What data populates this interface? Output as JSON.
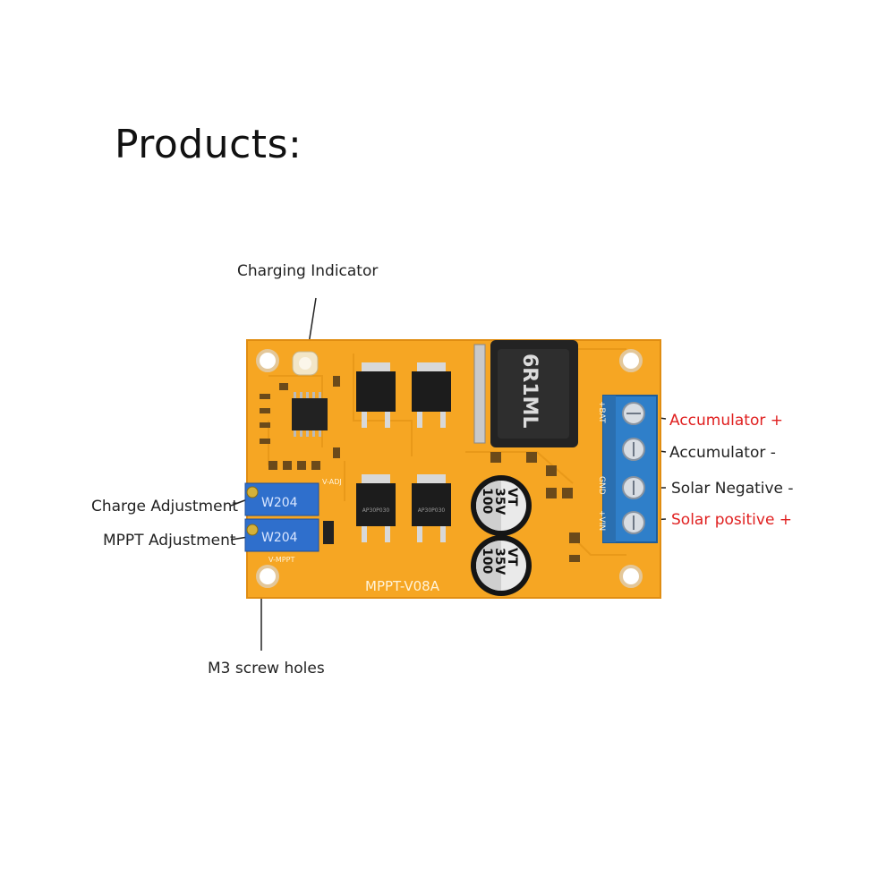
{
  "page": {
    "title": "Products:"
  },
  "callouts": {
    "charging_indicator": "Charging Indicator",
    "charge_adjustment": "Charge Adjustment",
    "mppt_adjustment": "MPPT Adjustment",
    "m3_screw_holes": "M3 screw holes",
    "accumulator_pos": "Accumulator +",
    "accumulator_neg": "Accumulator -",
    "solar_negative": "Solar Negative -",
    "solar_positive": "Solar positive +"
  },
  "board": {
    "model": "MPPT-V08A",
    "inductor_code": "6R1ML",
    "pot_marking": "W204",
    "mosfet_marking": "AP30P030",
    "cap_value": "100",
    "cap_voltage": "35V",
    "cap_series": "VT",
    "silk_vadj": "V-ADJ",
    "silk_vmppt": "V-MPPT",
    "terminal_labels": [
      "+BAT",
      "",
      "GND",
      "+VIN"
    ]
  },
  "colors": {
    "pcb": "#f6a623",
    "pcb_edge": "#e08d12",
    "terminal_block": "#2f7fc9",
    "pot_body": "#2f6fcc",
    "highlight_text": "#e02020"
  }
}
